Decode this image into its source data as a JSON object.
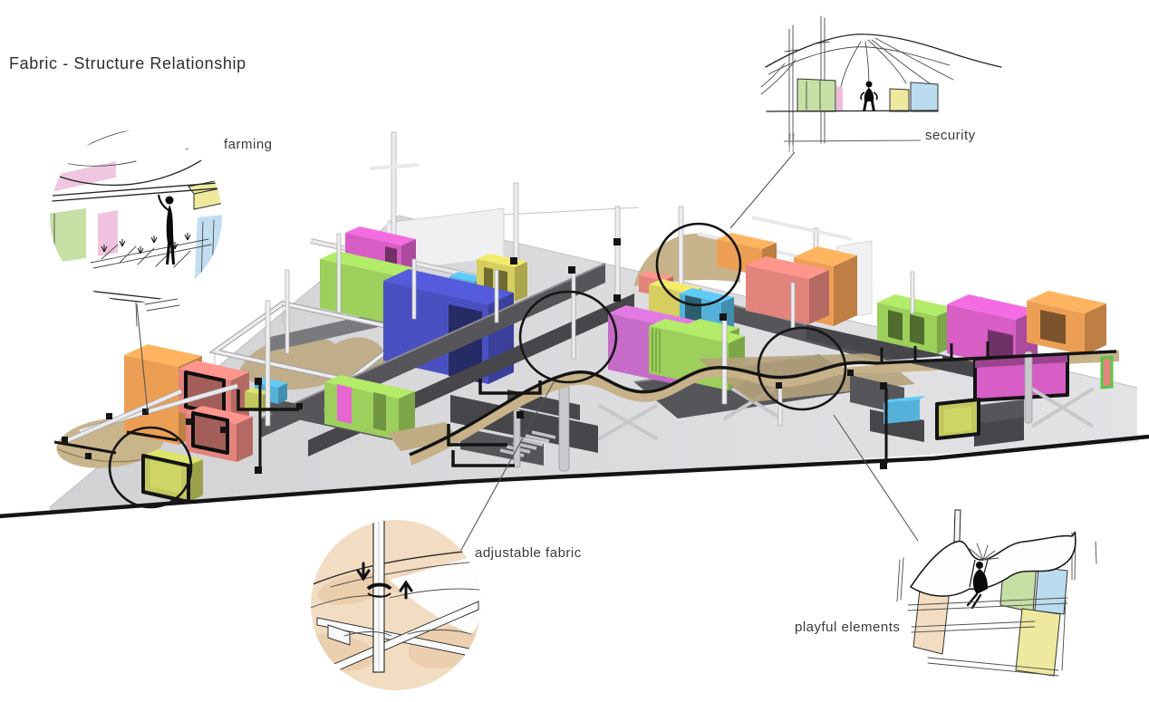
{
  "title": "Fabric - Structure Relationship",
  "callouts": {
    "farming": {
      "label": "farming"
    },
    "security": {
      "label": "security"
    },
    "adjustable_fabric": {
      "label": "adjustable fabric"
    },
    "playful_elements": {
      "label": "playful elements"
    }
  },
  "diagram": {
    "type": "architectural axonometric diagram",
    "annotation_circles": [
      "farming",
      "security",
      "adjustable fabric",
      "playful elements"
    ]
  },
  "colors": {
    "orange": "#EC9F54",
    "salmon": "#E2837C",
    "magenta": "#D75EC5",
    "purple": "#C76BC8",
    "green": "#9CCF5B",
    "blue": "#4A50C2",
    "cyan": "#54B2DA",
    "yellow": "#D6CE5E",
    "olive": "#C2C85E",
    "tan": "#C7B289",
    "tanDark": "#B5A27B",
    "steel": "#55555A",
    "steelDark": "#46464B",
    "steelLight": "#8A8A8F",
    "platform": "#D9D9DC",
    "post": "#EDEDEF",
    "ink": "#141414",
    "leader": "#555555",
    "label": "#3A3A3A",
    "skPink": "#EDBCDC",
    "skGreen": "#C6DFA5",
    "skYellow": "#EFE9A0",
    "skBlue": "#BBDCEF",
    "skPeach": "#F2DCC2",
    "skTan": "#E7C6A0"
  }
}
